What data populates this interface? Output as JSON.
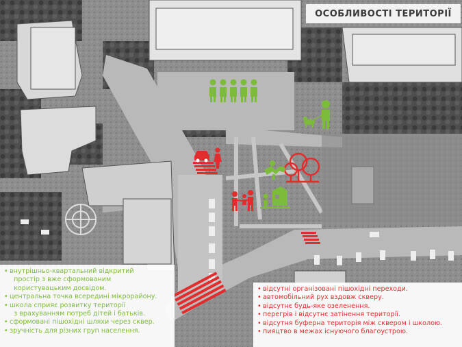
{
  "title": "ОСОБЛИВОСТІ  ТЕРИТОРІЇ",
  "colors": {
    "positive": "#7dbb3a",
    "negative": "#e12d2d",
    "title_bg": "#f2f2f2",
    "map_tone": "#9a9a9a"
  },
  "positives": [
    "внутрішньо-квартальний відкритий",
    "  простір з вже сформованим",
    "  користувацьким досвідом.",
    "центральна точка всередині мікрорайону.",
    "школа сприяє розвитку території",
    "  з врахуванням потреб дітей і батьків.",
    "сформовані пішохідні шляхи через сквер.",
    "зручність для різних груп населення."
  ],
  "negatives": [
    "відсутні організовані пішохідні переходи.",
    "автомобільний рух вздовж скверу.",
    "відсутнє будь-яке озеленення.",
    "перегрів і відсутнє затінення території.",
    "відсутня буферна територія між сквером і школою.",
    "пияцтво в межах існуючого благоустрою."
  ],
  "map_icons": [
    {
      "name": "children-group-icon",
      "kind": "positive"
    },
    {
      "name": "dog-walker-icon",
      "kind": "positive"
    },
    {
      "name": "car-pedestrian-conflict-icon",
      "kind": "negative"
    },
    {
      "name": "trees-icon",
      "kind": "negative"
    },
    {
      "name": "sports-icon",
      "kind": "positive"
    },
    {
      "name": "family-icon",
      "kind": "negative"
    },
    {
      "name": "playground-icon",
      "kind": "positive"
    },
    {
      "name": "crosswalk-marking",
      "kind": "negative"
    }
  ]
}
